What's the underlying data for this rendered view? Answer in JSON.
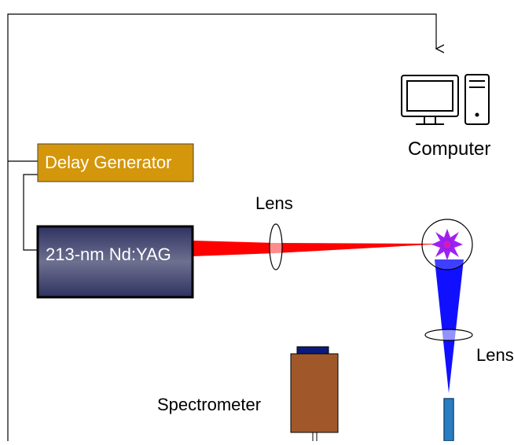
{
  "labels": {
    "delay_generator": "Delay Generator",
    "laser": "213-nm Nd:YAG",
    "lens_top": "Lens",
    "lens_right": "Lens",
    "computer": "Computer",
    "spectrometer": "Spectrometer"
  },
  "colors": {
    "delay_generator_fill": "#D4960A",
    "laser_box_fill": "#3A3F72",
    "laser_beam": "#FF0000",
    "plasma": "#A020F0",
    "collection_beam": "#1010FF",
    "spectrometer_body": "#A0582A",
    "spectrometer_top": "#0B1A7A",
    "fiber": "#2A7DC0",
    "wire": "#000000"
  },
  "icons": {
    "computer": "desktop-computer-icon",
    "plasma": "plasma-spark-icon"
  }
}
